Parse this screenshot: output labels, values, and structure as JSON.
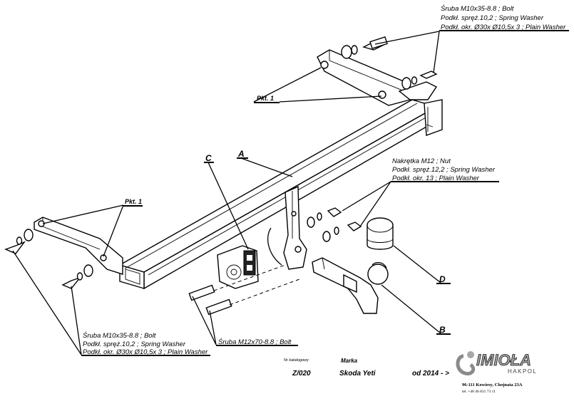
{
  "callouts": {
    "bolt_top": {
      "line1": "Śruba M10x35-8.8 ;  Bolt",
      "line2": "Podkł. spręż.10,2 ; Spring Washer",
      "line3": "Podkł. okr.  Ø30x Ø10,5x 3 ; Plain Washer"
    },
    "bolt_bottom": {
      "line1": "Śruba M10x35-8.8 ;  Bolt",
      "line2": "Podkł. spręż.10,2 ; Spring Washer",
      "line3": "Podkł. okr.  Ø30x Ø10,5x 3 ; Plain Washer"
    },
    "nut": {
      "line1": "Nakrętka  M12 ; Nut",
      "line2": "Podkł. spręż.12,2 ; Spring Washer",
      "line3": "Podkł. okr. 13 ; Plain Washer"
    },
    "bolt_m12": "Śruba M12x70-8.8 ;  Bolt",
    "pkt1_top": "Pkt. 1",
    "pkt1_left": "Pkt. 1",
    "letter_a": "A",
    "letter_b": "B",
    "letter_c": "C",
    "letter_d": "D"
  },
  "titleblock": {
    "catalog_label": "Nr katalogowy",
    "catalog_number": "Z/020",
    "brand_label": "Marka",
    "model": "Skoda Yeti",
    "from_year": "od  2014 - >"
  },
  "company": {
    "logo_text": "IMIOŁA",
    "logo_sub": "HAKPOL",
    "address": "96-111 Kowiesy, Chojnata 23A",
    "phone": "tel. +48 46 831 73 11",
    "accent_color": "#9a9a9a"
  }
}
